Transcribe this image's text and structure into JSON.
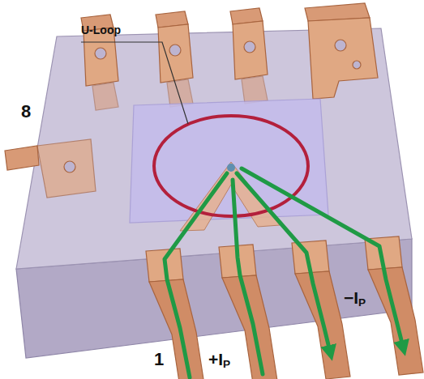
{
  "diagram": {
    "labels": [
      "U-Loop",
      "8",
      "1",
      "+IP",
      "−IP"
    ]
  }
}
